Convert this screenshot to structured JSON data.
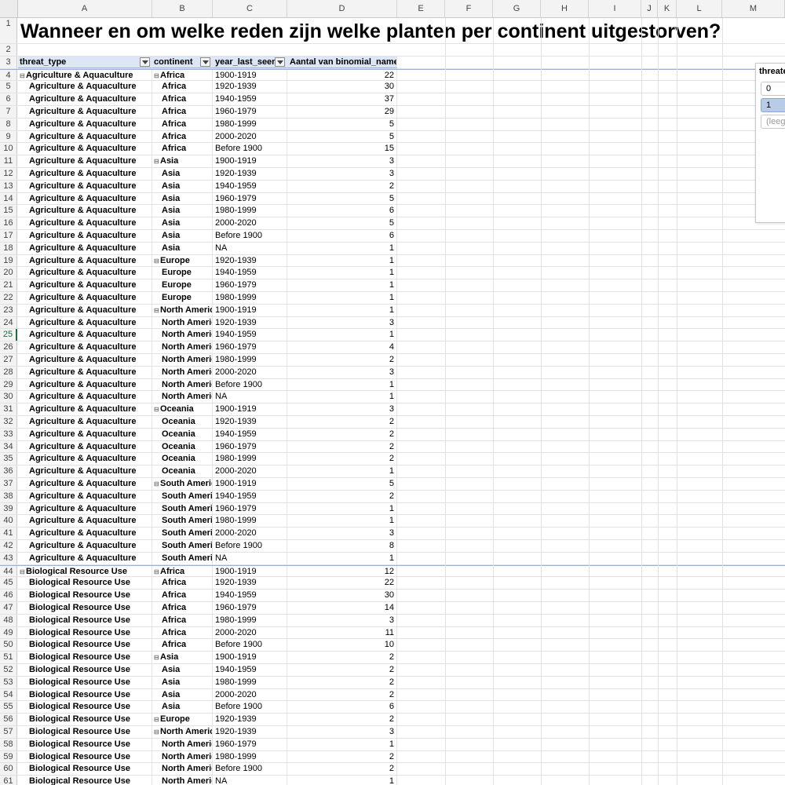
{
  "sheet": {
    "title": "Wanneer en om welke reden zijn welke planten per continent uitgestorven?",
    "columns": [
      "A",
      "B",
      "C",
      "D",
      "E",
      "F",
      "G",
      "H",
      "I",
      "J",
      "K",
      "L",
      "M"
    ],
    "header": {
      "row_number": "3",
      "threat_type": "threat_type",
      "continent": "continent",
      "year_last_seen": "year_last_seen",
      "count": "Aantal van binomial_name"
    },
    "rows": [
      {
        "n": "4",
        "a": "Agriculture & Aquaculture",
        "b": "Africa",
        "c": "1900-1919",
        "d": "22",
        "ga": true,
        "gb": true
      },
      {
        "n": "5",
        "a": "Agriculture & Aquaculture",
        "b": "Africa",
        "c": "1920-1939",
        "d": "30"
      },
      {
        "n": "6",
        "a": "Agriculture & Aquaculture",
        "b": "Africa",
        "c": "1940-1959",
        "d": "37"
      },
      {
        "n": "7",
        "a": "Agriculture & Aquaculture",
        "b": "Africa",
        "c": "1960-1979",
        "d": "29"
      },
      {
        "n": "8",
        "a": "Agriculture & Aquaculture",
        "b": "Africa",
        "c": "1980-1999",
        "d": "5"
      },
      {
        "n": "9",
        "a": "Agriculture & Aquaculture",
        "b": "Africa",
        "c": "2000-2020",
        "d": "5"
      },
      {
        "n": "10",
        "a": "Agriculture & Aquaculture",
        "b": "Africa",
        "c": "Before 1900",
        "d": "15"
      },
      {
        "n": "11",
        "a": "Agriculture & Aquaculture",
        "b": "Asia",
        "c": "1900-1919",
        "d": "3",
        "gb": true
      },
      {
        "n": "12",
        "a": "Agriculture & Aquaculture",
        "b": "Asia",
        "c": "1920-1939",
        "d": "3"
      },
      {
        "n": "13",
        "a": "Agriculture & Aquaculture",
        "b": "Asia",
        "c": "1940-1959",
        "d": "2"
      },
      {
        "n": "14",
        "a": "Agriculture & Aquaculture",
        "b": "Asia",
        "c": "1960-1979",
        "d": "5"
      },
      {
        "n": "15",
        "a": "Agriculture & Aquaculture",
        "b": "Asia",
        "c": "1980-1999",
        "d": "6"
      },
      {
        "n": "16",
        "a": "Agriculture & Aquaculture",
        "b": "Asia",
        "c": "2000-2020",
        "d": "5"
      },
      {
        "n": "17",
        "a": "Agriculture & Aquaculture",
        "b": "Asia",
        "c": "Before 1900",
        "d": "6"
      },
      {
        "n": "18",
        "a": "Agriculture & Aquaculture",
        "b": "Asia",
        "c": "NA",
        "d": "1"
      },
      {
        "n": "19",
        "a": "Agriculture & Aquaculture",
        "b": "Europe",
        "c": "1920-1939",
        "d": "1",
        "gb": true
      },
      {
        "n": "20",
        "a": "Agriculture & Aquaculture",
        "b": "Europe",
        "c": "1940-1959",
        "d": "1"
      },
      {
        "n": "21",
        "a": "Agriculture & Aquaculture",
        "b": "Europe",
        "c": "1960-1979",
        "d": "1"
      },
      {
        "n": "22",
        "a": "Agriculture & Aquaculture",
        "b": "Europe",
        "c": "1980-1999",
        "d": "1"
      },
      {
        "n": "23",
        "a": "Agriculture & Aquaculture",
        "b": "North Americ",
        "c": "1900-1919",
        "d": "1",
        "gb": true
      },
      {
        "n": "24",
        "a": "Agriculture & Aquaculture",
        "b": "North Americ",
        "c": "1920-1939",
        "d": "3"
      },
      {
        "n": "25",
        "a": "Agriculture & Aquaculture",
        "b": "North Americ",
        "c": "1940-1959",
        "d": "1",
        "sel": true
      },
      {
        "n": "26",
        "a": "Agriculture & Aquaculture",
        "b": "North Americ",
        "c": "1960-1979",
        "d": "4"
      },
      {
        "n": "27",
        "a": "Agriculture & Aquaculture",
        "b": "North Americ",
        "c": "1980-1999",
        "d": "2"
      },
      {
        "n": "28",
        "a": "Agriculture & Aquaculture",
        "b": "North Americ",
        "c": "2000-2020",
        "d": "3"
      },
      {
        "n": "29",
        "a": "Agriculture & Aquaculture",
        "b": "North Americ",
        "c": "Before 1900",
        "d": "1"
      },
      {
        "n": "30",
        "a": "Agriculture & Aquaculture",
        "b": "North Americ",
        "c": "NA",
        "d": "1"
      },
      {
        "n": "31",
        "a": "Agriculture & Aquaculture",
        "b": "Oceania",
        "c": "1900-1919",
        "d": "3",
        "gb": true
      },
      {
        "n": "32",
        "a": "Agriculture & Aquaculture",
        "b": "Oceania",
        "c": "1920-1939",
        "d": "2"
      },
      {
        "n": "33",
        "a": "Agriculture & Aquaculture",
        "b": "Oceania",
        "c": "1940-1959",
        "d": "2"
      },
      {
        "n": "34",
        "a": "Agriculture & Aquaculture",
        "b": "Oceania",
        "c": "1960-1979",
        "d": "2"
      },
      {
        "n": "35",
        "a": "Agriculture & Aquaculture",
        "b": "Oceania",
        "c": "1980-1999",
        "d": "2"
      },
      {
        "n": "36",
        "a": "Agriculture & Aquaculture",
        "b": "Oceania",
        "c": "2000-2020",
        "d": "1"
      },
      {
        "n": "37",
        "a": "Agriculture & Aquaculture",
        "b": "South Americ",
        "c": "1900-1919",
        "d": "5",
        "gb": true
      },
      {
        "n": "38",
        "a": "Agriculture & Aquaculture",
        "b": "South Americ",
        "c": "1940-1959",
        "d": "2"
      },
      {
        "n": "39",
        "a": "Agriculture & Aquaculture",
        "b": "South Americ",
        "c": "1960-1979",
        "d": "1"
      },
      {
        "n": "40",
        "a": "Agriculture & Aquaculture",
        "b": "South Americ",
        "c": "1980-1999",
        "d": "1"
      },
      {
        "n": "41",
        "a": "Agriculture & Aquaculture",
        "b": "South Americ",
        "c": "2000-2020",
        "d": "3"
      },
      {
        "n": "42",
        "a": "Agriculture & Aquaculture",
        "b": "South Americ",
        "c": "Before 1900",
        "d": "8"
      },
      {
        "n": "43",
        "a": "Agriculture & Aquaculture",
        "b": "South Americ",
        "c": "NA",
        "d": "1"
      },
      {
        "n": "44",
        "a": "Biological Resource Use",
        "b": "Africa",
        "c": "1900-1919",
        "d": "12",
        "ga": true,
        "gb": true
      },
      {
        "n": "45",
        "a": "Biological Resource Use",
        "b": "Africa",
        "c": "1920-1939",
        "d": "22"
      },
      {
        "n": "46",
        "a": "Biological Resource Use",
        "b": "Africa",
        "c": "1940-1959",
        "d": "30"
      },
      {
        "n": "47",
        "a": "Biological Resource Use",
        "b": "Africa",
        "c": "1960-1979",
        "d": "14"
      },
      {
        "n": "48",
        "a": "Biological Resource Use",
        "b": "Africa",
        "c": "1980-1999",
        "d": "3"
      },
      {
        "n": "49",
        "a": "Biological Resource Use",
        "b": "Africa",
        "c": "2000-2020",
        "d": "11"
      },
      {
        "n": "50",
        "a": "Biological Resource Use",
        "b": "Africa",
        "c": "Before 1900",
        "d": "10"
      },
      {
        "n": "51",
        "a": "Biological Resource Use",
        "b": "Asia",
        "c": "1900-1919",
        "d": "2",
        "gb": true
      },
      {
        "n": "52",
        "a": "Biological Resource Use",
        "b": "Asia",
        "c": "1940-1959",
        "d": "2"
      },
      {
        "n": "53",
        "a": "Biological Resource Use",
        "b": "Asia",
        "c": "1980-1999",
        "d": "2"
      },
      {
        "n": "54",
        "a": "Biological Resource Use",
        "b": "Asia",
        "c": "2000-2020",
        "d": "2"
      },
      {
        "n": "55",
        "a": "Biological Resource Use",
        "b": "Asia",
        "c": "Before 1900",
        "d": "6"
      },
      {
        "n": "56",
        "a": "Biological Resource Use",
        "b": "Europe",
        "c": "1920-1939",
        "d": "2",
        "gb": true
      },
      {
        "n": "57",
        "a": "Biological Resource Use",
        "b": "North Americ",
        "c": "1920-1939",
        "d": "3",
        "gb": true
      },
      {
        "n": "58",
        "a": "Biological Resource Use",
        "b": "North Americ",
        "c": "1960-1979",
        "d": "1"
      },
      {
        "n": "59",
        "a": "Biological Resource Use",
        "b": "North Americ",
        "c": "1980-1999",
        "d": "2"
      },
      {
        "n": "60",
        "a": "Biological Resource Use",
        "b": "North Americ",
        "c": "Before 1900",
        "d": "2"
      },
      {
        "n": "61",
        "a": "Biological Resource Use",
        "b": "North Americ",
        "c": "NA",
        "d": "1"
      }
    ]
  },
  "slicer": {
    "title": "threate",
    "items": [
      {
        "label": "0",
        "state": "normal"
      },
      {
        "label": "1",
        "state": "selected"
      },
      {
        "label": "(leeg",
        "state": "dim"
      }
    ]
  },
  "colors": {
    "header_fill": "#dce6f5",
    "selection_green": "#1f6b3a",
    "slicer_selected": "#b8cbe8"
  }
}
